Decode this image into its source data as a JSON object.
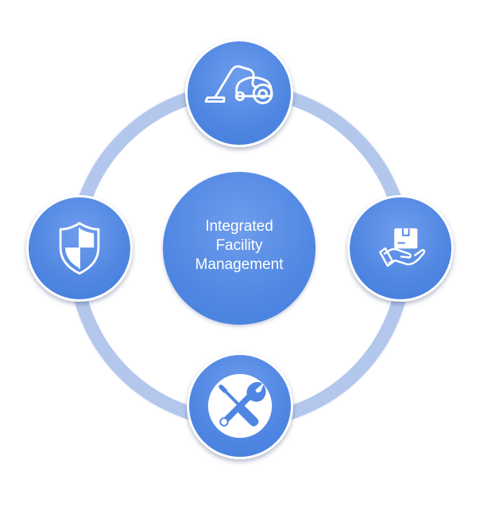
{
  "diagram": {
    "center": {
      "title_lines": [
        "Integrated",
        "Facility",
        "Management"
      ]
    },
    "nodes": [
      {
        "position": "top",
        "icon": "vacuum-cleaner-icon"
      },
      {
        "position": "right",
        "icon": "package-delivery-hand-icon"
      },
      {
        "position": "bottom",
        "icon": "tools-wrench-screwdriver-icon"
      },
      {
        "position": "left",
        "icon": "security-shield-icon"
      }
    ]
  },
  "colors": {
    "node_blue": "#4f86e2",
    "ring": "#b3c7ec",
    "icon": "#ffffff"
  }
}
